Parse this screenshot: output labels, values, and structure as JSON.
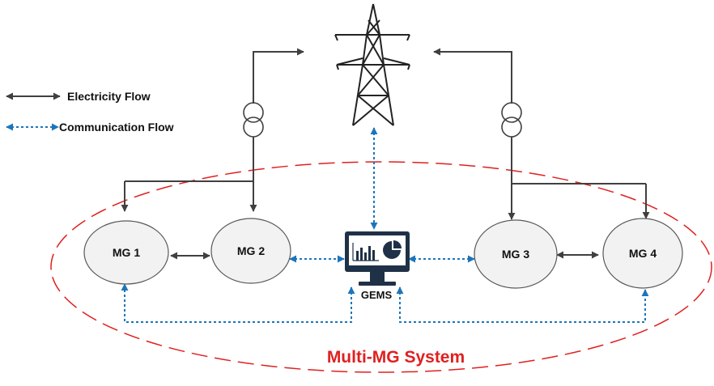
{
  "legend": {
    "electricity_label": "Electricity Flow",
    "communication_label": "Communication Flow"
  },
  "nodes": {
    "mg1": "MG 1",
    "mg2": "MG 2",
    "mg3": "MG 3",
    "mg4": "MG 4",
    "gems": "GEMS"
  },
  "system_label": "Multi-MG System",
  "colors": {
    "electricity": "#404040",
    "communication": "#1b75bc",
    "boundary": "#e02020",
    "node_fill": "#f2f2f2",
    "monitor": "#1f3147"
  },
  "icons": {
    "grid": "transmission-tower-icon",
    "transformer": "transformer-icon",
    "controller": "monitor-dashboard-icon"
  }
}
